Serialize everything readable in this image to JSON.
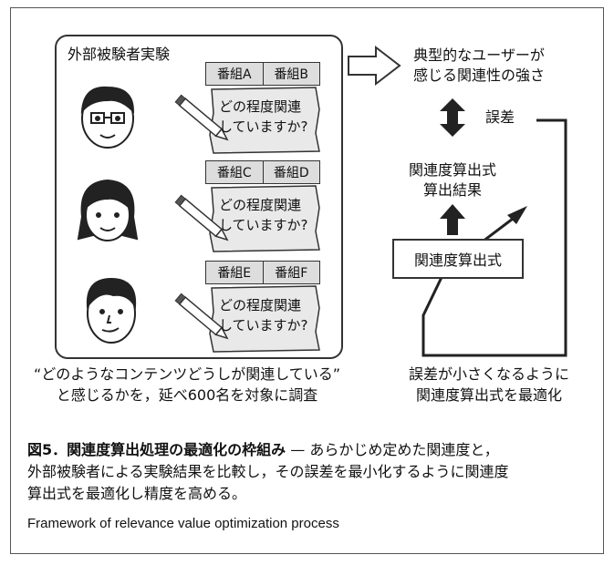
{
  "experiment": {
    "title": "外部被験者実験",
    "question_line1": "どの程度関連",
    "question_line2": "していますか?",
    "pairs": [
      {
        "a": "番組A",
        "b": "番組B"
      },
      {
        "a": "番組C",
        "b": "番組D"
      },
      {
        "a": "番組E",
        "b": "番組F"
      }
    ],
    "caption_line1": "“どのようなコンテンツどうしが関連している”",
    "caption_line2": "と感じるかを，延べ600名を対象に調査"
  },
  "right": {
    "typical_line1": "典型的なユーザーが",
    "typical_line2": "感じる関連性の強さ",
    "error_label": "誤差",
    "result_line1": "関連度算出式",
    "result_line2": "算出結果",
    "formula_label": "関連度算出式",
    "caption_line1": "誤差が小さくなるように",
    "caption_line2": "関連度算出式を最適化"
  },
  "figure": {
    "number": "図5．",
    "title": "関連度算出処理の最適化の枠組み",
    "dash": "—",
    "body_part1": "あらかじめ定めた関連度と，",
    "body_part2": "外部被験者による実験結果を比較し，その誤差を最小化するように関連度",
    "body_part3": "算出式を最適化し精度を高める。",
    "english": "Framework of relevance value optimization process"
  }
}
